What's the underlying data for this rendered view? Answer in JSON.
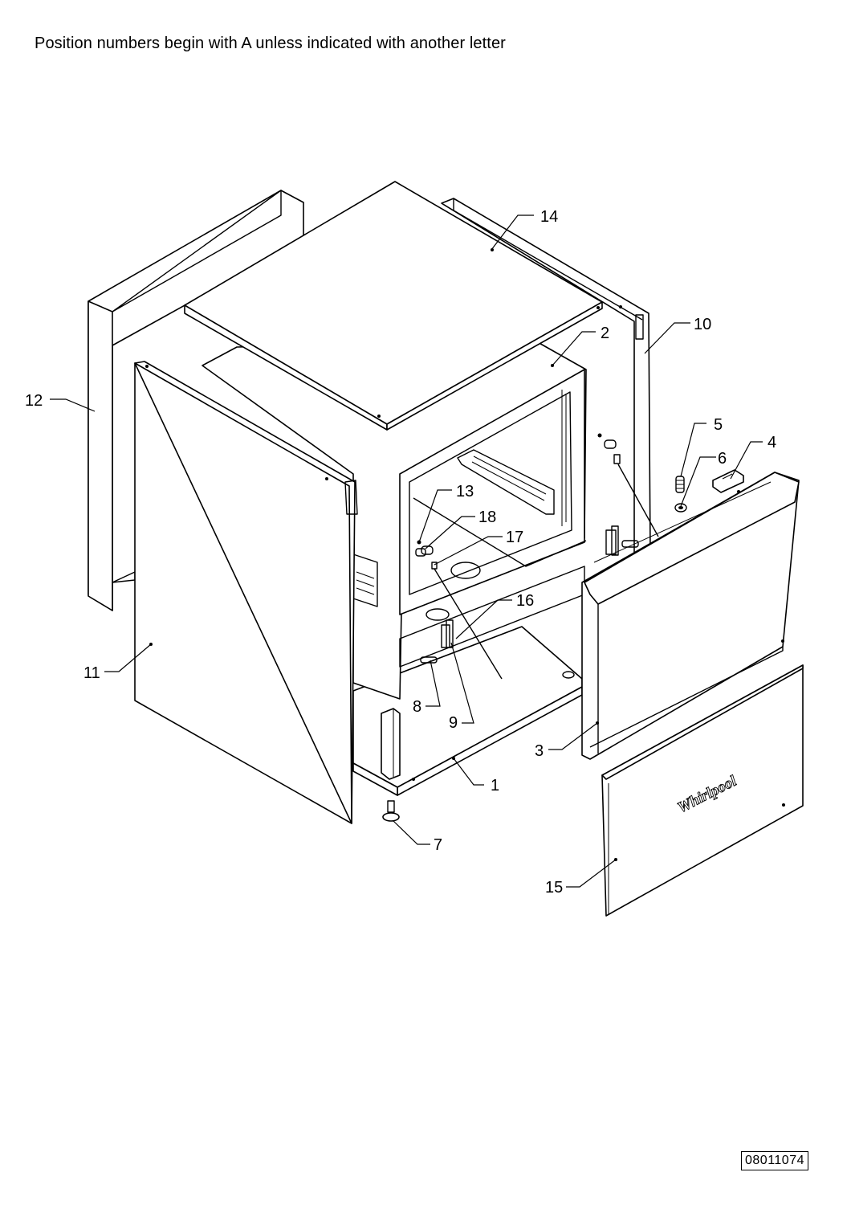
{
  "header": {
    "note": "Position numbers begin with A unless indicated with another letter"
  },
  "diagram": {
    "brand_label": "Whirlpool",
    "callouts": [
      "1",
      "2",
      "3",
      "4",
      "5",
      "6",
      "7",
      "8",
      "9",
      "10",
      "11",
      "12",
      "13",
      "14",
      "15",
      "16",
      "17",
      "18"
    ]
  },
  "footer": {
    "document_number": "08011074"
  }
}
